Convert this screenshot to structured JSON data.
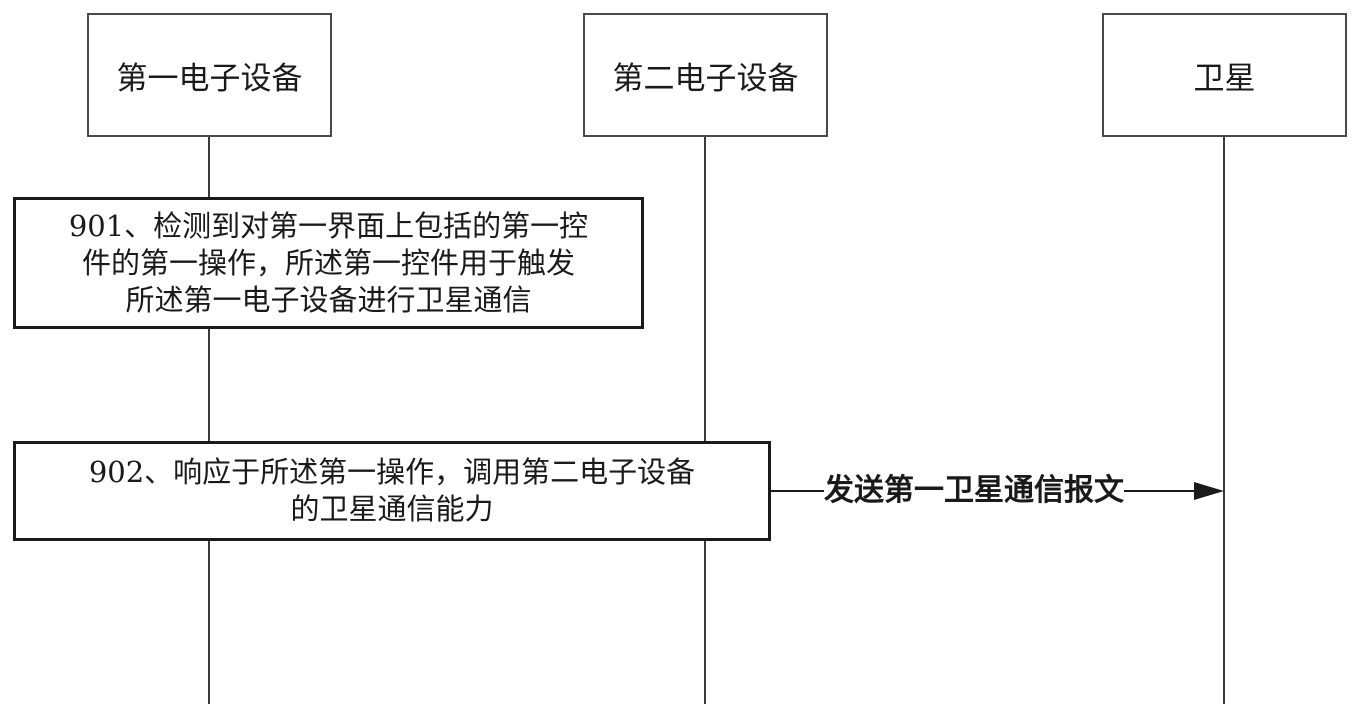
{
  "actors": [
    {
      "name": "第一电子设备"
    },
    {
      "name": "第二电子设备"
    },
    {
      "name": "卫星"
    }
  ],
  "steps": [
    {
      "lines": [
        "901、检测到对第一界面上包括的第一控",
        "件的第一操作，所述第一控件用于触发",
        "所述第一电子设备进行卫星通信"
      ]
    },
    {
      "lines": [
        "902、响应于所述第一操作，调用第二电子设备",
        "的卫星通信能力"
      ]
    }
  ],
  "message": {
    "label": "发送第一卫星通信报文"
  }
}
